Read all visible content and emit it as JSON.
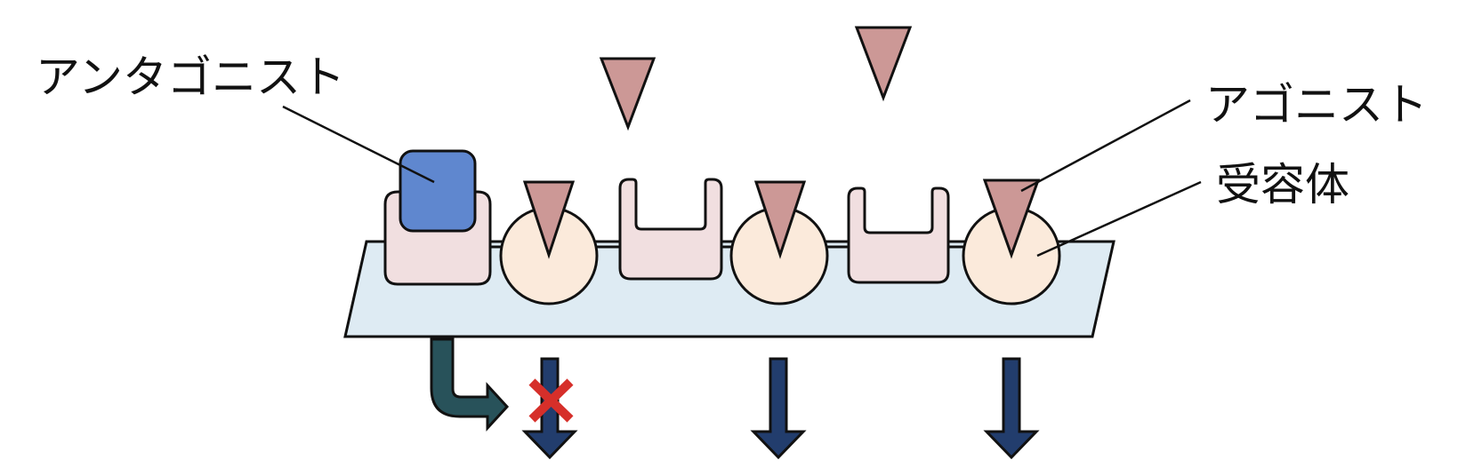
{
  "labels": {
    "antagonist": "アンタゴニスト",
    "agonist": "アゴニスト",
    "receptor": "受容体"
  },
  "colors": {
    "membrane": "#deebf3",
    "receptor_open": "#f1dfe0",
    "receptor_bound": "#fbeadb",
    "agonist": "#cc9896",
    "antagonist": "#5f87cf",
    "signal_arrow": "#223d6d",
    "blocked_arrow": "#28525a",
    "block_mark": "#d62f2a",
    "stroke": "#111111"
  },
  "icons": {
    "blocked_signal": "cross-mark",
    "signal": "down-arrow",
    "diverted_signal": "curved-arrow"
  }
}
